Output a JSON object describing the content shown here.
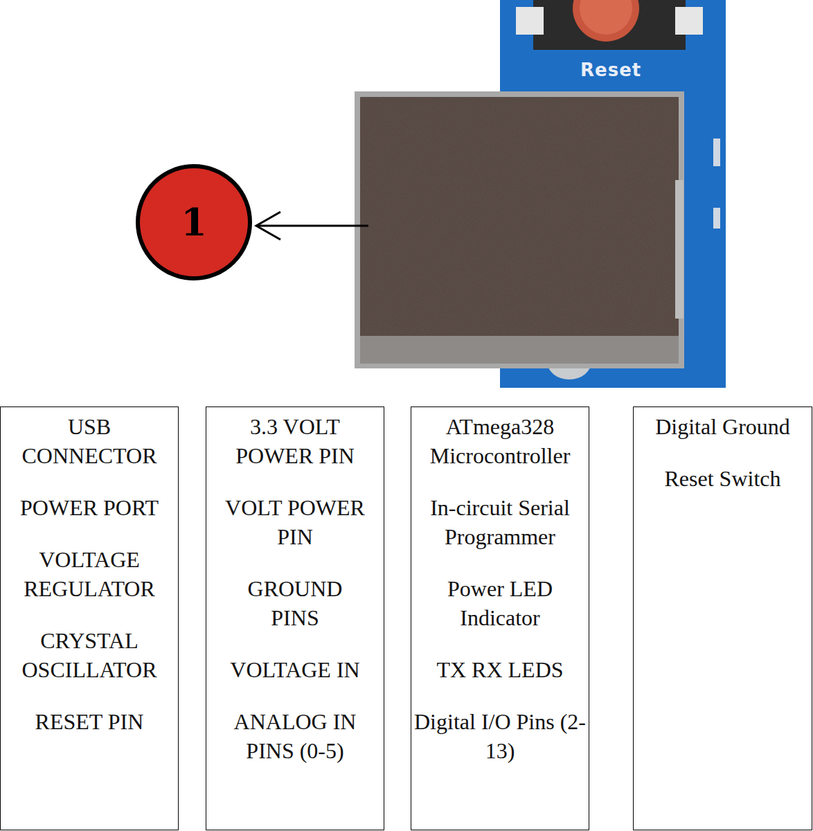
{
  "diagram": {
    "nodes": [
      {
        "text": [
          "1"
        ]
      },
      {
        "text": [
          "USB CONNECTOR",
          "POWER PORT",
          "VOLTAGE REGULATOR",
          "CRYSTAL OSCILLATOR",
          "RESET PIN"
        ]
      },
      {
        "text": [
          "3.3 VOLT POWER PIN",
          "VOLT POWER PIN",
          "GROUND PINS",
          "VOLTAGE IN",
          "ANALOG IN PINS (0-5)"
        ]
      },
      {
        "text": [
          "ATmega328 Microcontroller",
          "In-circuit Serial Programmer",
          "Power LED Indicator",
          "TX RX LEDS",
          "Digital I/O Pins (2-13)"
        ]
      },
      {
        "text": [
          "Digital Ground",
          "Reset Switch"
        ]
      }
    ],
    "labels": [
      "Reset"
    ]
  }
}
